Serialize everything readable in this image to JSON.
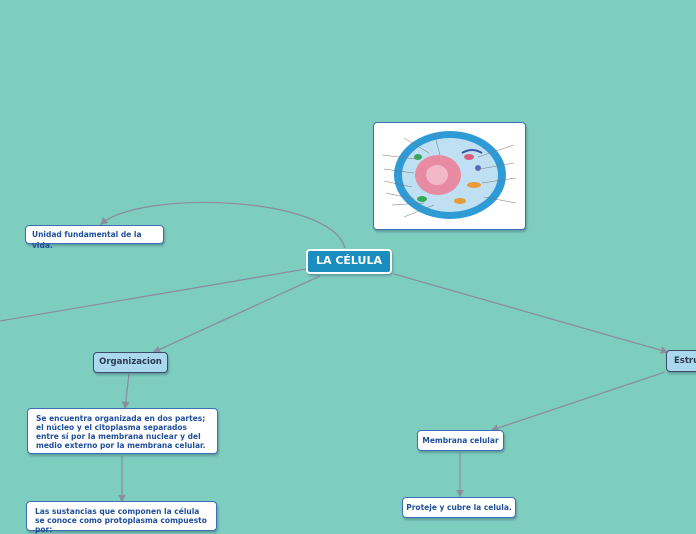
{
  "center": {
    "label": "LA CÉLULA"
  },
  "topics": {
    "unidad": "Unidad fundamental de la vida.",
    "organizacion": "Organizacion",
    "organizacion_desc": "Se encuentra organizada en dos partes; el núcleo y el citoplasma separados entre sí por la membrana nuclear y del medio externo por la membrana celular.",
    "sustancias": "Las sustancias que componen la célula se conoce como protoplasma compuesto por:",
    "estructura": "Estru",
    "membrana": "Membrana celular",
    "protege": "Proteje y cubre la celula."
  },
  "colors": {
    "background": "#7ecec0",
    "center": "#1a8fbf",
    "subtopic": "#a9d8ef",
    "text": "#1f4f9a",
    "connector": "#8a8fa0"
  },
  "image": {
    "icon": "cell-diagram-image"
  }
}
